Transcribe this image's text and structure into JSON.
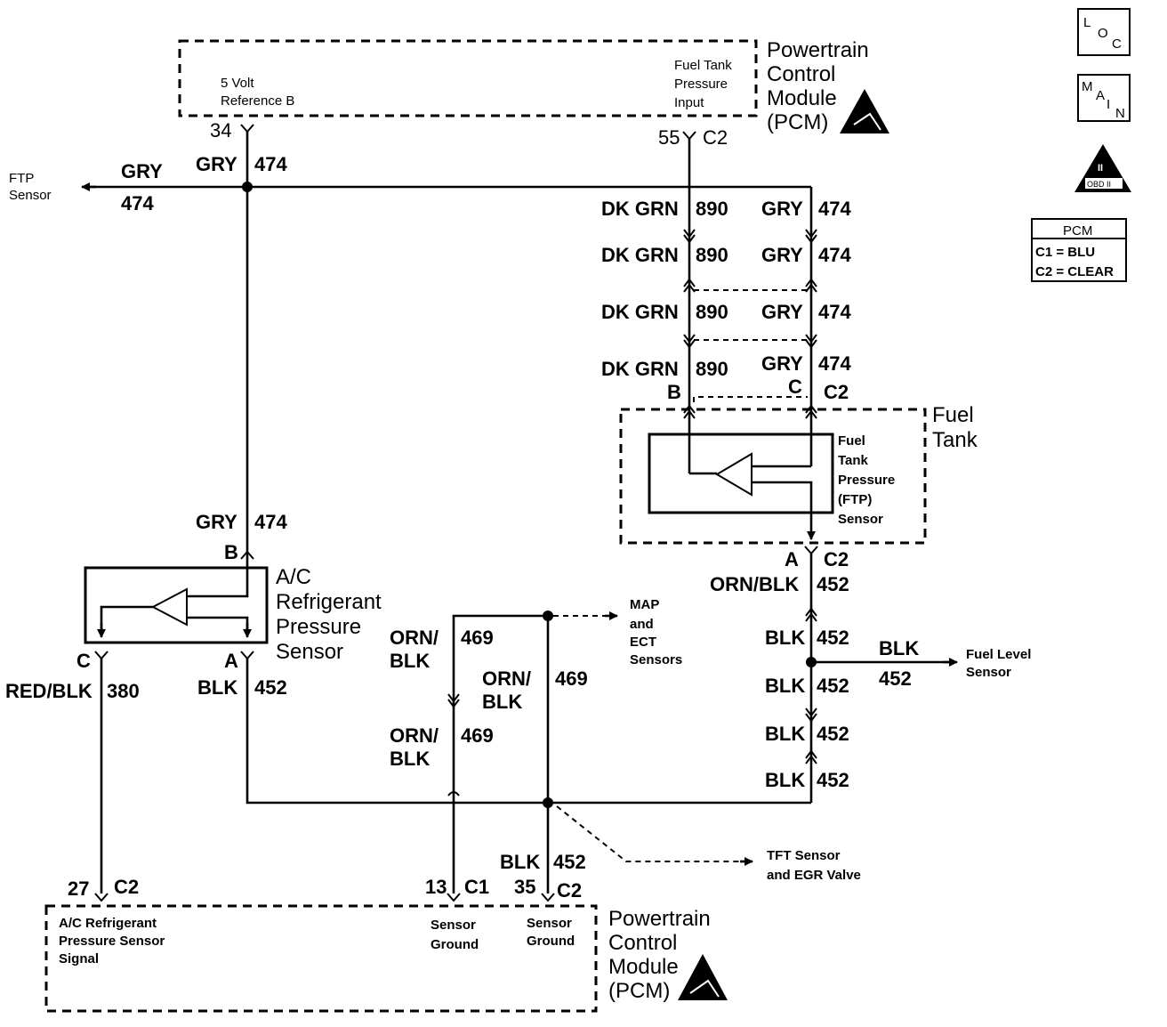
{
  "icons": {
    "loc": {
      "l": "L",
      "o": "O",
      "c": "C"
    },
    "main": {
      "m": "M",
      "a": "A",
      "i": "I",
      "n": "N"
    },
    "obd": {
      "label": "OBD II",
      "roman": "II"
    },
    "pcm_table": {
      "title": "PCM",
      "row1": "C1 = BLU",
      "row2": "C2 = CLEAR"
    }
  },
  "pcm_top": {
    "title_lines": [
      "Powertrain",
      "Control",
      "Module",
      "(PCM)"
    ],
    "ref_lines": [
      "5 Volt",
      "Reference B"
    ],
    "ftp_input_lines": [
      "Fuel Tank",
      "Pressure",
      "Input"
    ],
    "pin_34": "34",
    "pin_55": "55",
    "conn_c2": "C2"
  },
  "ftp_branch": {
    "label_lines": [
      "FTP",
      "Sensor"
    ],
    "color": "GRY",
    "circuit": "474"
  },
  "wires": {
    "gry474_top": {
      "color": "GRY",
      "circuit": "474"
    },
    "right_pairs": [
      {
        "left_color": "DK GRN",
        "left_circuit": "890",
        "right_color": "GRY",
        "right_circuit": "474"
      },
      {
        "left_color": "DK GRN",
        "left_circuit": "890",
        "right_color": "GRY",
        "right_circuit": "474"
      },
      {
        "left_color": "DK GRN",
        "left_circuit": "890",
        "right_color": "GRY",
        "right_circuit": "474"
      },
      {
        "left_color": "DK GRN",
        "left_circuit": "890",
        "right_color": "GRY",
        "right_circuit": "474"
      }
    ],
    "gry474_mid": {
      "color": "GRY",
      "circuit": "474"
    },
    "red_blk": {
      "color": "RED/BLK",
      "circuit": "380"
    },
    "blk452_ac": {
      "color": "BLK",
      "circuit": "452"
    },
    "orn_blk_452": {
      "color": "ORN/BLK",
      "circuit": "452"
    },
    "blk452_list": [
      {
        "color": "BLK",
        "circuit": "452"
      },
      {
        "color": "BLK",
        "circuit": "452"
      },
      {
        "color": "BLK",
        "circuit": "452"
      },
      {
        "color": "BLK",
        "circuit": "452"
      }
    ],
    "fuel_level": {
      "color": "BLK",
      "circuit": "452",
      "label_lines": [
        "Fuel Level",
        "Sensor"
      ]
    },
    "orn469_a": {
      "color_lines": [
        "ORN/",
        "BLK"
      ],
      "circuit": "469"
    },
    "orn469_b": {
      "color_lines": [
        "ORN/",
        "BLK"
      ],
      "circuit": "469"
    },
    "orn469_c": {
      "color_lines": [
        "ORN/",
        "BLK"
      ],
      "circuit": "469"
    },
    "map_ect": {
      "label_lines": [
        "MAP",
        "and",
        "ECT",
        "Sensors"
      ]
    },
    "tft": {
      "label_lines": [
        "TFT Sensor",
        "and EGR Valve"
      ]
    },
    "blk452_bottom": {
      "color": "BLK",
      "circuit": "452"
    }
  },
  "fuel_tank": {
    "label_lines": [
      "Fuel",
      "Tank"
    ],
    "sensor_lines": [
      "Fuel",
      "Tank",
      "Pressure",
      "(FTP)",
      "Sensor"
    ],
    "pin_b": "B",
    "pin_c": "C",
    "pin_a": "A",
    "conn_top": "C2",
    "conn_bottom": "C2"
  },
  "ac_sensor": {
    "label_lines": [
      "A/C",
      "Refrigerant",
      "Pressure",
      "Sensor"
    ],
    "pin_b": "B",
    "pin_c": "C",
    "pin_a": "A"
  },
  "pcm_bottom": {
    "title_lines": [
      "Powertrain",
      "Control",
      "Module",
      "(PCM)"
    ],
    "ac_signal_lines": [
      "A/C Refrigerant",
      "Pressure Sensor",
      "Signal"
    ],
    "sensor_ground_1": [
      "Sensor",
      "Ground"
    ],
    "sensor_ground_2": [
      "Sensor",
      "Ground"
    ],
    "pin_27": "27",
    "conn_27": "C2",
    "pin_13": "13",
    "conn_13": "C1",
    "pin_35": "35",
    "conn_35": "C2"
  }
}
